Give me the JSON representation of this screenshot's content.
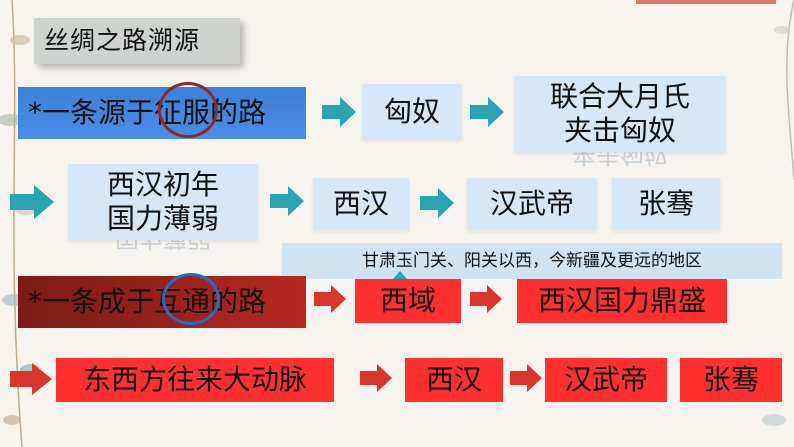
{
  "title": "丝绸之路溯源",
  "row1": {
    "lead": "*一条源于征服的路",
    "box1": "匈奴",
    "box2_line1": "联合大月氏",
    "box2_line2": "夹击匈奴"
  },
  "row2": {
    "box1_line1": "西汉初年",
    "box1_line2": "国力薄弱",
    "box2": "西汉",
    "box3": "汉武帝",
    "box4": "张骞"
  },
  "note": "甘肃玉门关、阳关以西，今新疆及更远的地区",
  "row3": {
    "lead": "*一条成于互通的路",
    "box1": "西域",
    "box2": "西汉国力鼎盛"
  },
  "row4": {
    "box1": "东西方往来大动脉",
    "box2": "西汉",
    "box3": "汉武帝",
    "box4": "张骞"
  },
  "colors": {
    "teal_arrow": "#2aa3b3",
    "red_arrow": "#d8362c",
    "circle_red": "#8b2a2a",
    "circle_blue": "#1f6fc9"
  }
}
